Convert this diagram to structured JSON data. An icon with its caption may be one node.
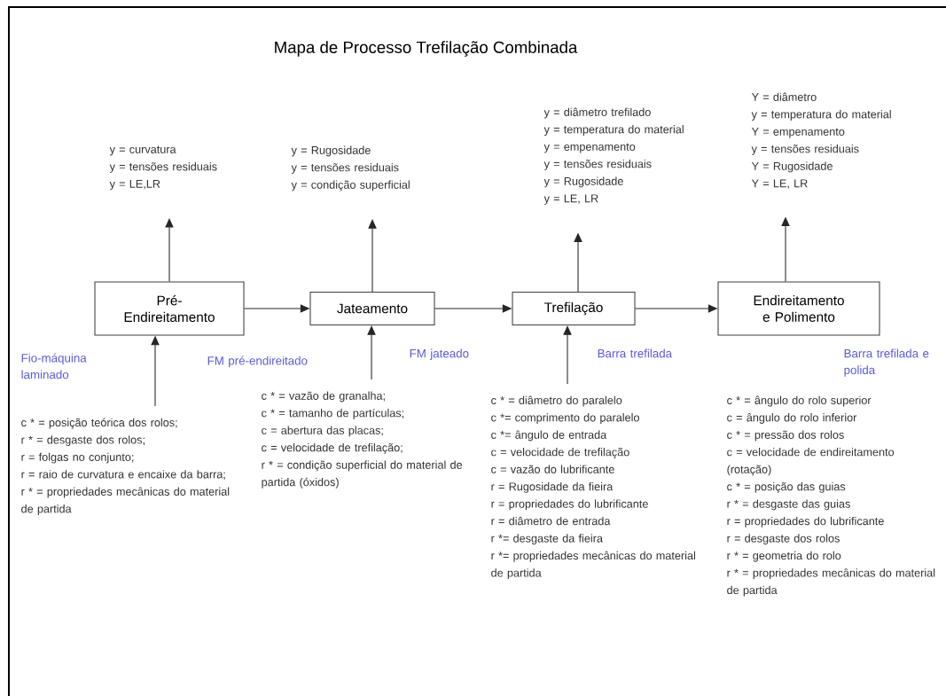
{
  "diagram": {
    "title": "Mapa de Processo Trefilação Combinada",
    "nodes": [
      {
        "text": [
          "Pré-Endireitamento"
        ]
      },
      {
        "text": [
          "Jateamento"
        ]
      },
      {
        "text": [
          "Trefilação"
        ]
      },
      {
        "text": [
          "Endireitamento e Polimento"
        ]
      },
      {
        "text": [
          "y = curvatura",
          "y = tensões residuais",
          "y = LE,LR"
        ]
      },
      {
        "text": [
          "y = Rugosidade",
          "y = tensões residuais",
          "y = condição superficial"
        ]
      },
      {
        "text": [
          "y = diâmetro trefilado",
          "y = temperatura do material",
          "y = empenamento",
          "y = tensões residuais",
          "y = Rugosidade",
          "y = LE, LR"
        ]
      },
      {
        "text": [
          "Y = diâmetro",
          "y = temperatura do material",
          "Y = empenamento",
          "y = tensões residuais",
          "Y = Rugosidade",
          "Y = LE, LR"
        ]
      },
      {
        "text": [
          "c * = posição teórica dos rolos;",
          "r * = desgaste dos rolos;",
          "r = folgas no conjunto;",
          "r = raio de curvatura e encaixe da barra;",
          "r * = propriedades mecânicas do material de partida"
        ]
      },
      {
        "text": [
          "c * = vazão de granalha;",
          "c * = tamanho de partículas;",
          "c = abertura das placas;",
          "c = velocidade de trefilação;",
          "r * = condição superficial do material de partida (óxidos)"
        ]
      },
      {
        "text": [
          "c * = diâmetro do paralelo",
          "c *= comprimento do paralelo",
          "c *= ângulo de entrada",
          "c = velocidade de trefilação",
          "c = vazão do lubrificante",
          "r = Rugosidade da fieira",
          "r = propriedades do lubrificante",
          "r = diâmetro de entrada",
          "r *= desgaste da fieira",
          "r *= propriedades mecânicas do material de partida"
        ]
      },
      {
        "text": [
          "c * = ângulo do rolo superior",
          "c = ângulo do rolo inferior",
          "c * = pressão dos rolos",
          "c = velocidade de endireitamento (rotação)",
          "c * = posição das guias",
          "r * = desgaste das guias",
          "r = propriedades do lubrificante",
          "r = desgaste dos rolos",
          "r * = geometria do rolo",
          "r * = propriedades mecânicas do material de partida"
        ]
      }
    ],
    "edges": [
      {
        "from": 0,
        "to": 1,
        "arrow": "to"
      },
      {
        "from": 1,
        "to": 2,
        "arrow": "to"
      },
      {
        "from": 2,
        "to": 3,
        "arrow": "to"
      },
      {
        "from": 0,
        "to": 4,
        "arrow": "to"
      },
      {
        "from": 1,
        "to": 5,
        "arrow": "to"
      },
      {
        "from": 2,
        "to": 6,
        "arrow": "to"
      },
      {
        "from": 3,
        "to": 7,
        "arrow": "to"
      },
      {
        "from": 8,
        "to": 0,
        "arrow": "to"
      },
      {
        "from": 9,
        "to": 1,
        "arrow": "to"
      },
      {
        "from": 10,
        "to": 2,
        "arrow": "to"
      }
    ],
    "labels": [
      "Fio-máquina laminado",
      "FM pré-endireitado",
      "FM jateado",
      "Barra trefilada",
      "Barra trefilada e polida"
    ]
  }
}
